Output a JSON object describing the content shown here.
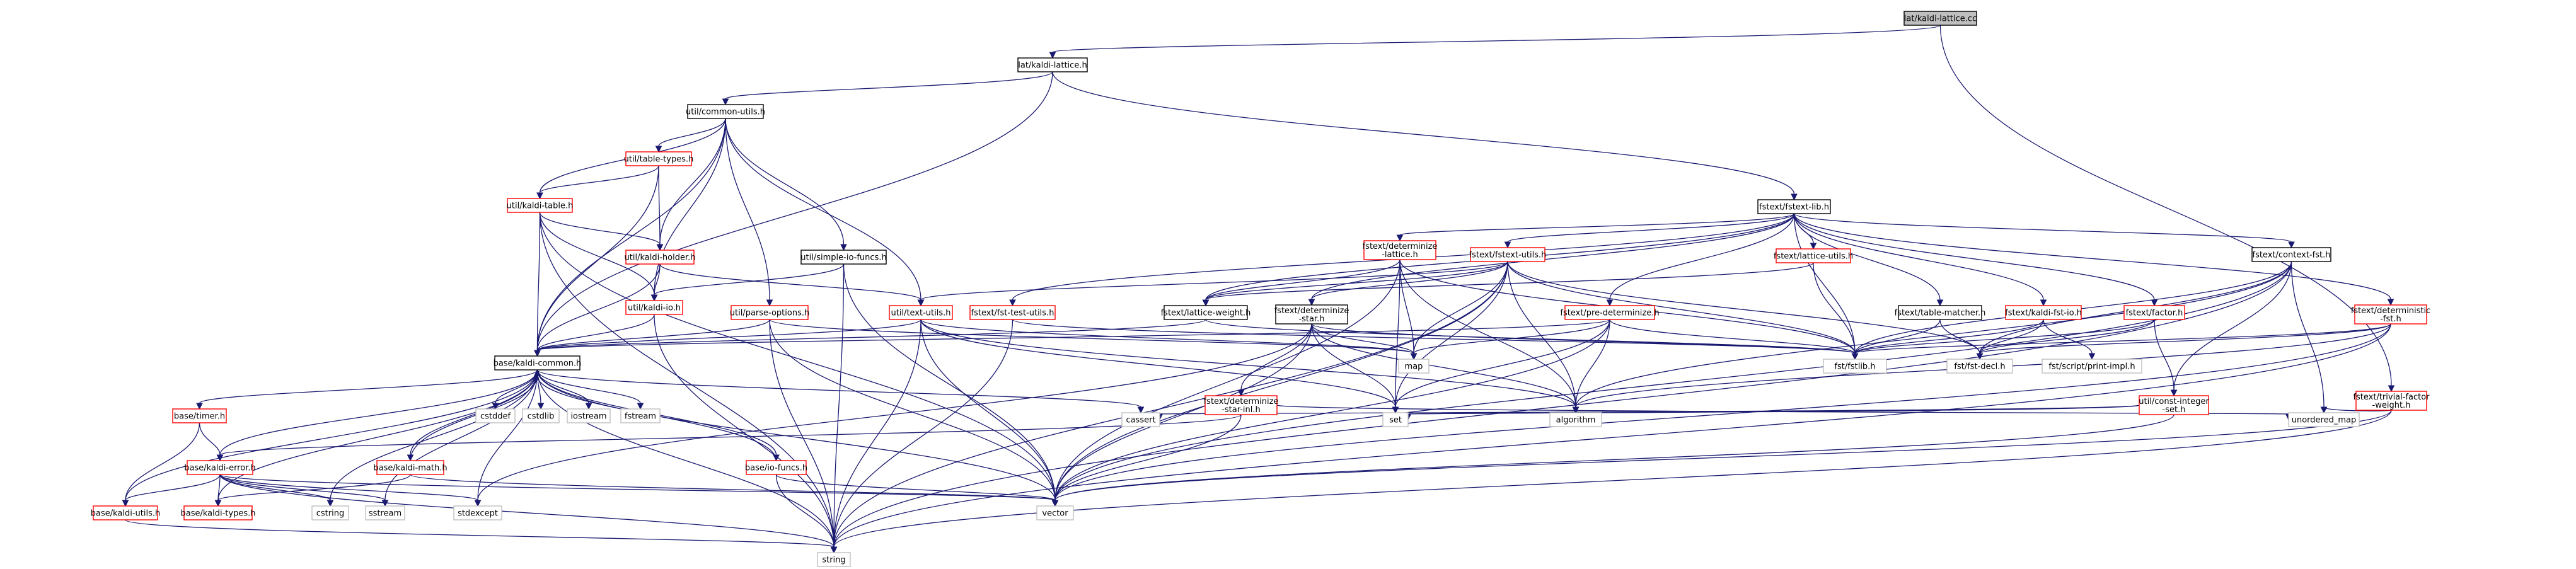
{
  "title": "",
  "colors": {
    "edge": "#191970",
    "root_fill": "#bfbfbf",
    "node_fill": "#ffffff",
    "border_black": "#000000",
    "border_red": "#ff0000",
    "border_gray": "#bfbfbf"
  },
  "nodes": [
    {
      "id": "root",
      "lines": [
        "lat/kaldi-lattice.cc"
      ],
      "kind": "root"
    },
    {
      "id": "lat_kaldi_lattice_h",
      "lines": [
        "lat/kaldi-lattice.h"
      ],
      "kind": "black"
    },
    {
      "id": "util_common_utils_h",
      "lines": [
        "util/common-utils.h"
      ],
      "kind": "black"
    },
    {
      "id": "fstext_fstext_lib_h",
      "lines": [
        "fstext/fstext-lib.h"
      ],
      "kind": "black"
    },
    {
      "id": "util_table_types_h",
      "lines": [
        "util/table-types.h"
      ],
      "kind": "red"
    },
    {
      "id": "util_kaldi_table_h",
      "lines": [
        "util/kaldi-table.h"
      ],
      "kind": "red"
    },
    {
      "id": "util_kaldi_holder_h",
      "lines": [
        "util/kaldi-holder.h"
      ],
      "kind": "red"
    },
    {
      "id": "util_simple_io_funcs_h",
      "lines": [
        "util/simple-io-funcs.h"
      ],
      "kind": "black"
    },
    {
      "id": "util_kaldi_io_h",
      "lines": [
        "util/kaldi-io.h"
      ],
      "kind": "red"
    },
    {
      "id": "util_parse_options_h",
      "lines": [
        "util/parse-options.h"
      ],
      "kind": "red"
    },
    {
      "id": "util_text_utils_h",
      "lines": [
        "util/text-utils.h"
      ],
      "kind": "red"
    },
    {
      "id": "fstext_fst_test_utils_h",
      "lines": [
        "fstext/fst-test-utils.h"
      ],
      "kind": "red"
    },
    {
      "id": "fstext_determinize_lattice_h",
      "lines": [
        "fstext/determinize",
        "-lattice.h"
      ],
      "kind": "red"
    },
    {
      "id": "fstext_fstext_utils_h",
      "lines": [
        "fstext/fstext-utils.h"
      ],
      "kind": "red"
    },
    {
      "id": "fstext_lattice_weight_h",
      "lines": [
        "fstext/lattice-weight.h"
      ],
      "kind": "black"
    },
    {
      "id": "fstext_determinize_star_h",
      "lines": [
        "fstext/determinize",
        "-star.h"
      ],
      "kind": "black"
    },
    {
      "id": "fstext_pre_determinize_h",
      "lines": [
        "fstext/pre-determinize.h"
      ],
      "kind": "red"
    },
    {
      "id": "fstext_lattice_utils_h",
      "lines": [
        "fstext/lattice-utils.h"
      ],
      "kind": "red"
    },
    {
      "id": "fstext_table_matcher_h",
      "lines": [
        "fstext/table-matcher.h"
      ],
      "kind": "black"
    },
    {
      "id": "fstext_kaldi_fst_io_h",
      "lines": [
        "fstext/kaldi-fst-io.h"
      ],
      "kind": "red"
    },
    {
      "id": "fstext_factor_h",
      "lines": [
        "fstext/factor.h"
      ],
      "kind": "red"
    },
    {
      "id": "fstext_context_fst_h",
      "lines": [
        "fstext/context-fst.h"
      ],
      "kind": "black"
    },
    {
      "id": "fstext_deterministic_fst_h",
      "lines": [
        "fstext/deterministic",
        "-fst.h"
      ],
      "kind": "red"
    },
    {
      "id": "fstext_trivial_factor_weight_h",
      "lines": [
        "fstext/trivial-factor",
        "-weight.h"
      ],
      "kind": "red"
    },
    {
      "id": "fstext_determinize_star_inl_h",
      "lines": [
        "fstext/determinize",
        "-star-inl.h"
      ],
      "kind": "red"
    },
    {
      "id": "util_const_integer_set_h",
      "lines": [
        "util/const-integer",
        "-set.h"
      ],
      "kind": "red"
    },
    {
      "id": "base_kaldi_common_h",
      "lines": [
        "base/kaldi-common.h"
      ],
      "kind": "black"
    },
    {
      "id": "base_timer_h",
      "lines": [
        "base/timer.h"
      ],
      "kind": "red"
    },
    {
      "id": "base_kaldi_error_h",
      "lines": [
        "base/kaldi-error.h"
      ],
      "kind": "red"
    },
    {
      "id": "base_kaldi_math_h",
      "lines": [
        "base/kaldi-math.h"
      ],
      "kind": "red"
    },
    {
      "id": "base_io_funcs_h",
      "lines": [
        "base/io-funcs.h"
      ],
      "kind": "red"
    },
    {
      "id": "base_kaldi_utils_h",
      "lines": [
        "base/kaldi-utils.h"
      ],
      "kind": "red"
    },
    {
      "id": "base_kaldi_types_h",
      "lines": [
        "base/kaldi-types.h"
      ],
      "kind": "red"
    },
    {
      "id": "cstddef",
      "lines": [
        "cstddef"
      ],
      "kind": "gray"
    },
    {
      "id": "cstdlib",
      "lines": [
        "cstdlib"
      ],
      "kind": "gray"
    },
    {
      "id": "iostream",
      "lines": [
        "iostream"
      ],
      "kind": "gray"
    },
    {
      "id": "fstream",
      "lines": [
        "fstream"
      ],
      "kind": "gray"
    },
    {
      "id": "cassert",
      "lines": [
        "cassert"
      ],
      "kind": "gray"
    },
    {
      "id": "cstring",
      "lines": [
        "cstring"
      ],
      "kind": "gray"
    },
    {
      "id": "sstream",
      "lines": [
        "sstream"
      ],
      "kind": "gray"
    },
    {
      "id": "stdexcept",
      "lines": [
        "stdexcept"
      ],
      "kind": "gray"
    },
    {
      "id": "vector",
      "lines": [
        "vector"
      ],
      "kind": "gray"
    },
    {
      "id": "string",
      "lines": [
        "string"
      ],
      "kind": "gray"
    },
    {
      "id": "map",
      "lines": [
        "map"
      ],
      "kind": "gray"
    },
    {
      "id": "set",
      "lines": [
        "set"
      ],
      "kind": "gray"
    },
    {
      "id": "algorithm",
      "lines": [
        "algorithm"
      ],
      "kind": "gray"
    },
    {
      "id": "unordered_map",
      "lines": [
        "unordered_map"
      ],
      "kind": "gray"
    },
    {
      "id": "fst_fstlib_h",
      "lines": [
        "fst/fstlib.h"
      ],
      "kind": "gray"
    },
    {
      "id": "fst_fst_decl_h",
      "lines": [
        "fst/fst-decl.h"
      ],
      "kind": "gray"
    },
    {
      "id": "fst_script_print_impl_h",
      "lines": [
        "fst/script/print-impl.h"
      ],
      "kind": "gray"
    }
  ],
  "edges": [
    [
      "root",
      "lat_kaldi_lattice_h"
    ],
    [
      "root",
      "fstext_trivial_factor_weight_h"
    ],
    [
      "lat_kaldi_lattice_h",
      "util_common_utils_h"
    ],
    [
      "lat_kaldi_lattice_h",
      "fstext_fstext_lib_h"
    ],
    [
      "lat_kaldi_lattice_h",
      "base_kaldi_common_h"
    ],
    [
      "util_common_utils_h",
      "util_table_types_h"
    ],
    [
      "util_common_utils_h",
      "util_kaldi_table_h"
    ],
    [
      "util_common_utils_h",
      "util_kaldi_holder_h"
    ],
    [
      "util_common_utils_h",
      "util_kaldi_io_h"
    ],
    [
      "util_common_utils_h",
      "util_simple_io_funcs_h"
    ],
    [
      "util_common_utils_h",
      "util_parse_options_h"
    ],
    [
      "util_common_utils_h",
      "util_text_utils_h"
    ],
    [
      "util_common_utils_h",
      "base_kaldi_common_h"
    ],
    [
      "util_table_types_h",
      "util_kaldi_table_h"
    ],
    [
      "util_table_types_h",
      "util_kaldi_holder_h"
    ],
    [
      "util_table_types_h",
      "base_kaldi_common_h"
    ],
    [
      "util_kaldi_table_h",
      "util_kaldi_holder_h"
    ],
    [
      "util_kaldi_table_h",
      "util_kaldi_io_h"
    ],
    [
      "util_kaldi_table_h",
      "base_kaldi_common_h"
    ],
    [
      "util_kaldi_table_h",
      "string"
    ],
    [
      "util_kaldi_table_h",
      "vector"
    ],
    [
      "util_kaldi_holder_h",
      "util_kaldi_io_h"
    ],
    [
      "util_kaldi_holder_h",
      "util_text_utils_h"
    ],
    [
      "util_kaldi_holder_h",
      "base_kaldi_common_h"
    ],
    [
      "util_simple_io_funcs_h",
      "util_kaldi_io_h"
    ],
    [
      "util_simple_io_funcs_h",
      "string"
    ],
    [
      "util_simple_io_funcs_h",
      "vector"
    ],
    [
      "util_kaldi_io_h",
      "base_kaldi_common_h"
    ],
    [
      "util_kaldi_io_h",
      "string"
    ],
    [
      "util_parse_options_h",
      "base_kaldi_common_h"
    ],
    [
      "util_parse_options_h",
      "map"
    ],
    [
      "util_parse_options_h",
      "string"
    ],
    [
      "util_parse_options_h",
      "vector"
    ],
    [
      "util_text_utils_h",
      "base_kaldi_common_h"
    ],
    [
      "util_text_utils_h",
      "algorithm"
    ],
    [
      "util_text_utils_h",
      "map"
    ],
    [
      "util_text_utils_h",
      "set"
    ],
    [
      "util_text_utils_h",
      "string"
    ],
    [
      "util_text_utils_h",
      "vector"
    ],
    [
      "fstext_fstext_lib_h",
      "fstext_fst_test_utils_h"
    ],
    [
      "fstext_fstext_lib_h",
      "fstext_determinize_lattice_h"
    ],
    [
      "fstext_fstext_lib_h",
      "fstext_fstext_utils_h"
    ],
    [
      "fstext_fstext_lib_h",
      "fstext_lattice_weight_h"
    ],
    [
      "fstext_fstext_lib_h",
      "fstext_determinize_star_h"
    ],
    [
      "fstext_fstext_lib_h",
      "fstext_pre_determinize_h"
    ],
    [
      "fstext_fstext_lib_h",
      "fstext_lattice_utils_h"
    ],
    [
      "fstext_fstext_lib_h",
      "fstext_table_matcher_h"
    ],
    [
      "fstext_fstext_lib_h",
      "fstext_kaldi_fst_io_h"
    ],
    [
      "fstext_fstext_lib_h",
      "fstext_factor_h"
    ],
    [
      "fstext_fstext_lib_h",
      "fstext_context_fst_h"
    ],
    [
      "fstext_fstext_lib_h",
      "fstext_deterministic_fst_h"
    ],
    [
      "fstext_fstext_lib_h",
      "fst_fstlib_h"
    ],
    [
      "fstext_fst_test_utils_h",
      "fst_fstlib_h"
    ],
    [
      "fstext_fst_test_utils_h",
      "string"
    ],
    [
      "fstext_determinize_lattice_h",
      "fstext_lattice_weight_h"
    ],
    [
      "fstext_determinize_lattice_h",
      "fst_fstlib_h"
    ],
    [
      "fstext_determinize_lattice_h",
      "map"
    ],
    [
      "fstext_determinize_lattice_h",
      "set"
    ],
    [
      "fstext_determinize_lattice_h",
      "algorithm"
    ],
    [
      "fstext_determinize_lattice_h",
      "vector"
    ],
    [
      "fstext_fstext_utils_h",
      "util_text_utils_h"
    ],
    [
      "fstext_fstext_utils_h",
      "fstext_lattice_weight_h"
    ],
    [
      "fstext_fstext_utils_h",
      "fstext_determinize_star_h"
    ],
    [
      "fstext_fstext_utils_h",
      "fst_fstlib_h"
    ],
    [
      "fstext_fstext_utils_h",
      "fst_fst_decl_h"
    ],
    [
      "fstext_fstext_utils_h",
      "map"
    ],
    [
      "fstext_fstext_utils_h",
      "set"
    ],
    [
      "fstext_fstext_utils_h",
      "algorithm"
    ],
    [
      "fstext_fstext_utils_h",
      "vector"
    ],
    [
      "fstext_fstext_utils_h",
      "string"
    ],
    [
      "fstext_lattice_weight_h",
      "base_kaldi_common_h"
    ],
    [
      "fstext_lattice_weight_h",
      "fst_fstlib_h"
    ],
    [
      "fstext_determinize_star_h",
      "fstext_determinize_star_inl_h"
    ],
    [
      "fstext_determinize_star_h",
      "fst_fstlib_h"
    ],
    [
      "fstext_determinize_star_h",
      "map"
    ],
    [
      "fstext_determinize_star_h",
      "set"
    ],
    [
      "fstext_determinize_star_h",
      "algorithm"
    ],
    [
      "fstext_determinize_star_h",
      "vector"
    ],
    [
      "fstext_determinize_star_h",
      "stdexcept"
    ],
    [
      "fstext_determinize_star_inl_h",
      "base_kaldi_error_h"
    ],
    [
      "fstext_determinize_star_inl_h",
      "unordered_map"
    ],
    [
      "fstext_determinize_star_inl_h",
      "vector"
    ],
    [
      "fstext_pre_determinize_h",
      "base_kaldi_common_h"
    ],
    [
      "fstext_pre_determinize_h",
      "fst_fstlib_h"
    ],
    [
      "fstext_pre_determinize_h",
      "map"
    ],
    [
      "fstext_pre_determinize_h",
      "set"
    ],
    [
      "fstext_pre_determinize_h",
      "algorithm"
    ],
    [
      "fstext_pre_determinize_h",
      "vector"
    ],
    [
      "fstext_lattice_utils_h",
      "fst_fstlib_h"
    ],
    [
      "fstext_lattice_utils_h",
      "fstext_lattice_weight_h"
    ],
    [
      "fstext_table_matcher_h",
      "fst_fstlib_h"
    ],
    [
      "fstext_table_matcher_h",
      "fst_fst_decl_h"
    ],
    [
      "fstext_kaldi_fst_io_h",
      "fst_fstlib_h"
    ],
    [
      "fstext_kaldi_fst_io_h",
      "fst_fst_decl_h"
    ],
    [
      "fstext_kaldi_fst_io_h",
      "fst_script_print_impl_h"
    ],
    [
      "fstext_factor_h",
      "fst_fstlib_h"
    ],
    [
      "fstext_factor_h",
      "fst_fst_decl_h"
    ],
    [
      "fstext_factor_h",
      "util_const_integer_set_h"
    ],
    [
      "fstext_context_fst_h",
      "fst_fstlib_h"
    ],
    [
      "fstext_context_fst_h",
      "fst_fst_decl_h"
    ],
    [
      "fstext_context_fst_h",
      "util_const_integer_set_h"
    ],
    [
      "fstext_context_fst_h",
      "algorithm"
    ],
    [
      "fstext_context_fst_h",
      "unordered_map"
    ],
    [
      "fstext_context_fst_h",
      "string"
    ],
    [
      "fstext_context_fst_h",
      "vector"
    ],
    [
      "fstext_deterministic_fst_h",
      "fst_fstlib_h"
    ],
    [
      "fstext_deterministic_fst_h",
      "fst_fst_decl_h"
    ],
    [
      "fstext_deterministic_fst_h",
      "algorithm"
    ],
    [
      "fstext_deterministic_fst_h",
      "string"
    ],
    [
      "fstext_deterministic_fst_h",
      "vector"
    ],
    [
      "util_const_integer_set_h",
      "set"
    ],
    [
      "util_const_integer_set_h",
      "vector"
    ],
    [
      "util_const_integer_set_h",
      "cassert"
    ],
    [
      "fstext_trivial_factor_weight_h",
      "unordered_map"
    ],
    [
      "fstext_trivial_factor_weight_h",
      "string"
    ],
    [
      "fstext_trivial_factor_weight_h",
      "vector"
    ],
    [
      "base_kaldi_common_h",
      "cstddef"
    ],
    [
      "base_kaldi_common_h",
      "cstdlib"
    ],
    [
      "base_kaldi_common_h",
      "iostream"
    ],
    [
      "base_kaldi_common_h",
      "fstream"
    ],
    [
      "base_kaldi_common_h",
      "cassert"
    ],
    [
      "base_kaldi_common_h",
      "cstring"
    ],
    [
      "base_kaldi_common_h",
      "sstream"
    ],
    [
      "base_kaldi_common_h",
      "stdexcept"
    ],
    [
      "base_kaldi_common_h",
      "vector"
    ],
    [
      "base_kaldi_common_h",
      "string"
    ],
    [
      "base_kaldi_common_h",
      "base_timer_h"
    ],
    [
      "base_kaldi_common_h",
      "base_kaldi_error_h"
    ],
    [
      "base_kaldi_common_h",
      "base_kaldi_math_h"
    ],
    [
      "base_kaldi_common_h",
      "base_io_funcs_h"
    ],
    [
      "base_kaldi_common_h",
      "base_kaldi_utils_h"
    ],
    [
      "base_kaldi_common_h",
      "base_kaldi_types_h"
    ],
    [
      "base_timer_h",
      "base_kaldi_error_h"
    ],
    [
      "base_timer_h",
      "base_kaldi_utils_h"
    ],
    [
      "base_kaldi_error_h",
      "base_kaldi_types_h"
    ],
    [
      "base_kaldi_error_h",
      "base_kaldi_utils_h"
    ],
    [
      "base_kaldi_error_h",
      "cstring"
    ],
    [
      "base_kaldi_error_h",
      "sstream"
    ],
    [
      "base_kaldi_error_h",
      "stdexcept"
    ],
    [
      "base_kaldi_error_h",
      "vector"
    ],
    [
      "base_kaldi_error_h",
      "string"
    ],
    [
      "base_kaldi_math_h",
      "base_kaldi_common_h"
    ],
    [
      "base_kaldi_math_h",
      "base_kaldi_types_h"
    ],
    [
      "base_kaldi_math_h",
      "vector"
    ],
    [
      "base_io_funcs_h",
      "base_kaldi_common_h"
    ],
    [
      "base_io_funcs_h",
      "vector"
    ],
    [
      "base_io_funcs_h",
      "string"
    ],
    [
      "base_kaldi_utils_h",
      "string"
    ]
  ]
}
